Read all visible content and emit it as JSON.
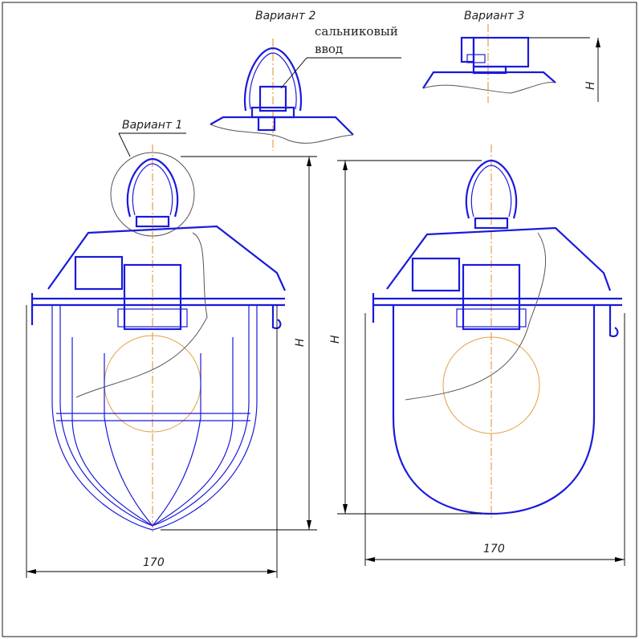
{
  "variants": {
    "v1": "Вариант 1",
    "v2": "Вариант 2",
    "v3": "Вариант 3"
  },
  "callout": {
    "line1": "сальниковый",
    "line2": "ввод"
  },
  "dimensions": {
    "height_label": "H",
    "width_label": "170"
  },
  "colors": {
    "outline": "#1a1adc",
    "axis": "#e08a2a"
  }
}
